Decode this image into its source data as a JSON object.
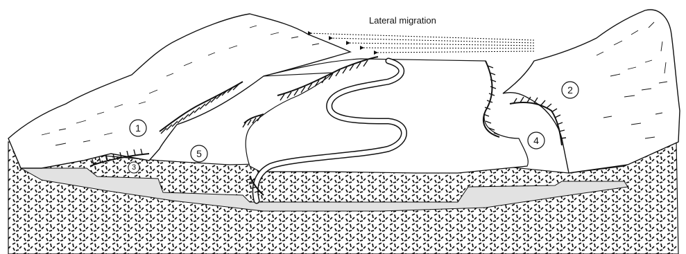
{
  "title": "Lateral migration",
  "labels": [
    {
      "id": "terrace-1",
      "text": "1"
    },
    {
      "id": "terrace-2",
      "text": "2"
    },
    {
      "id": "terrace-3",
      "text": "3"
    },
    {
      "id": "terrace-4",
      "text": "4"
    },
    {
      "id": "terrace-5",
      "text": "5"
    }
  ],
  "colors": {
    "line": "#111111",
    "alluvium": "#e2e2e2",
    "bedrock_dash": "#111111",
    "background": "#ffffff"
  }
}
